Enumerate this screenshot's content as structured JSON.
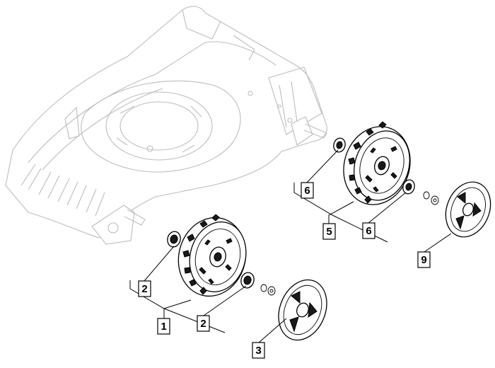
{
  "callouts": {
    "c1": "1",
    "c2a": "2",
    "c2b": "2",
    "c3": "3",
    "c5": "5",
    "c6a": "6",
    "c6b": "6",
    "c9": "9"
  },
  "icons": {
    "deck": "lawn-mower-deck-icon",
    "front_wheel": "wheel-icon",
    "rear_wheel": "wheel-icon",
    "bearing": "bearing-icon",
    "hubcap": "hubcap-icon"
  }
}
